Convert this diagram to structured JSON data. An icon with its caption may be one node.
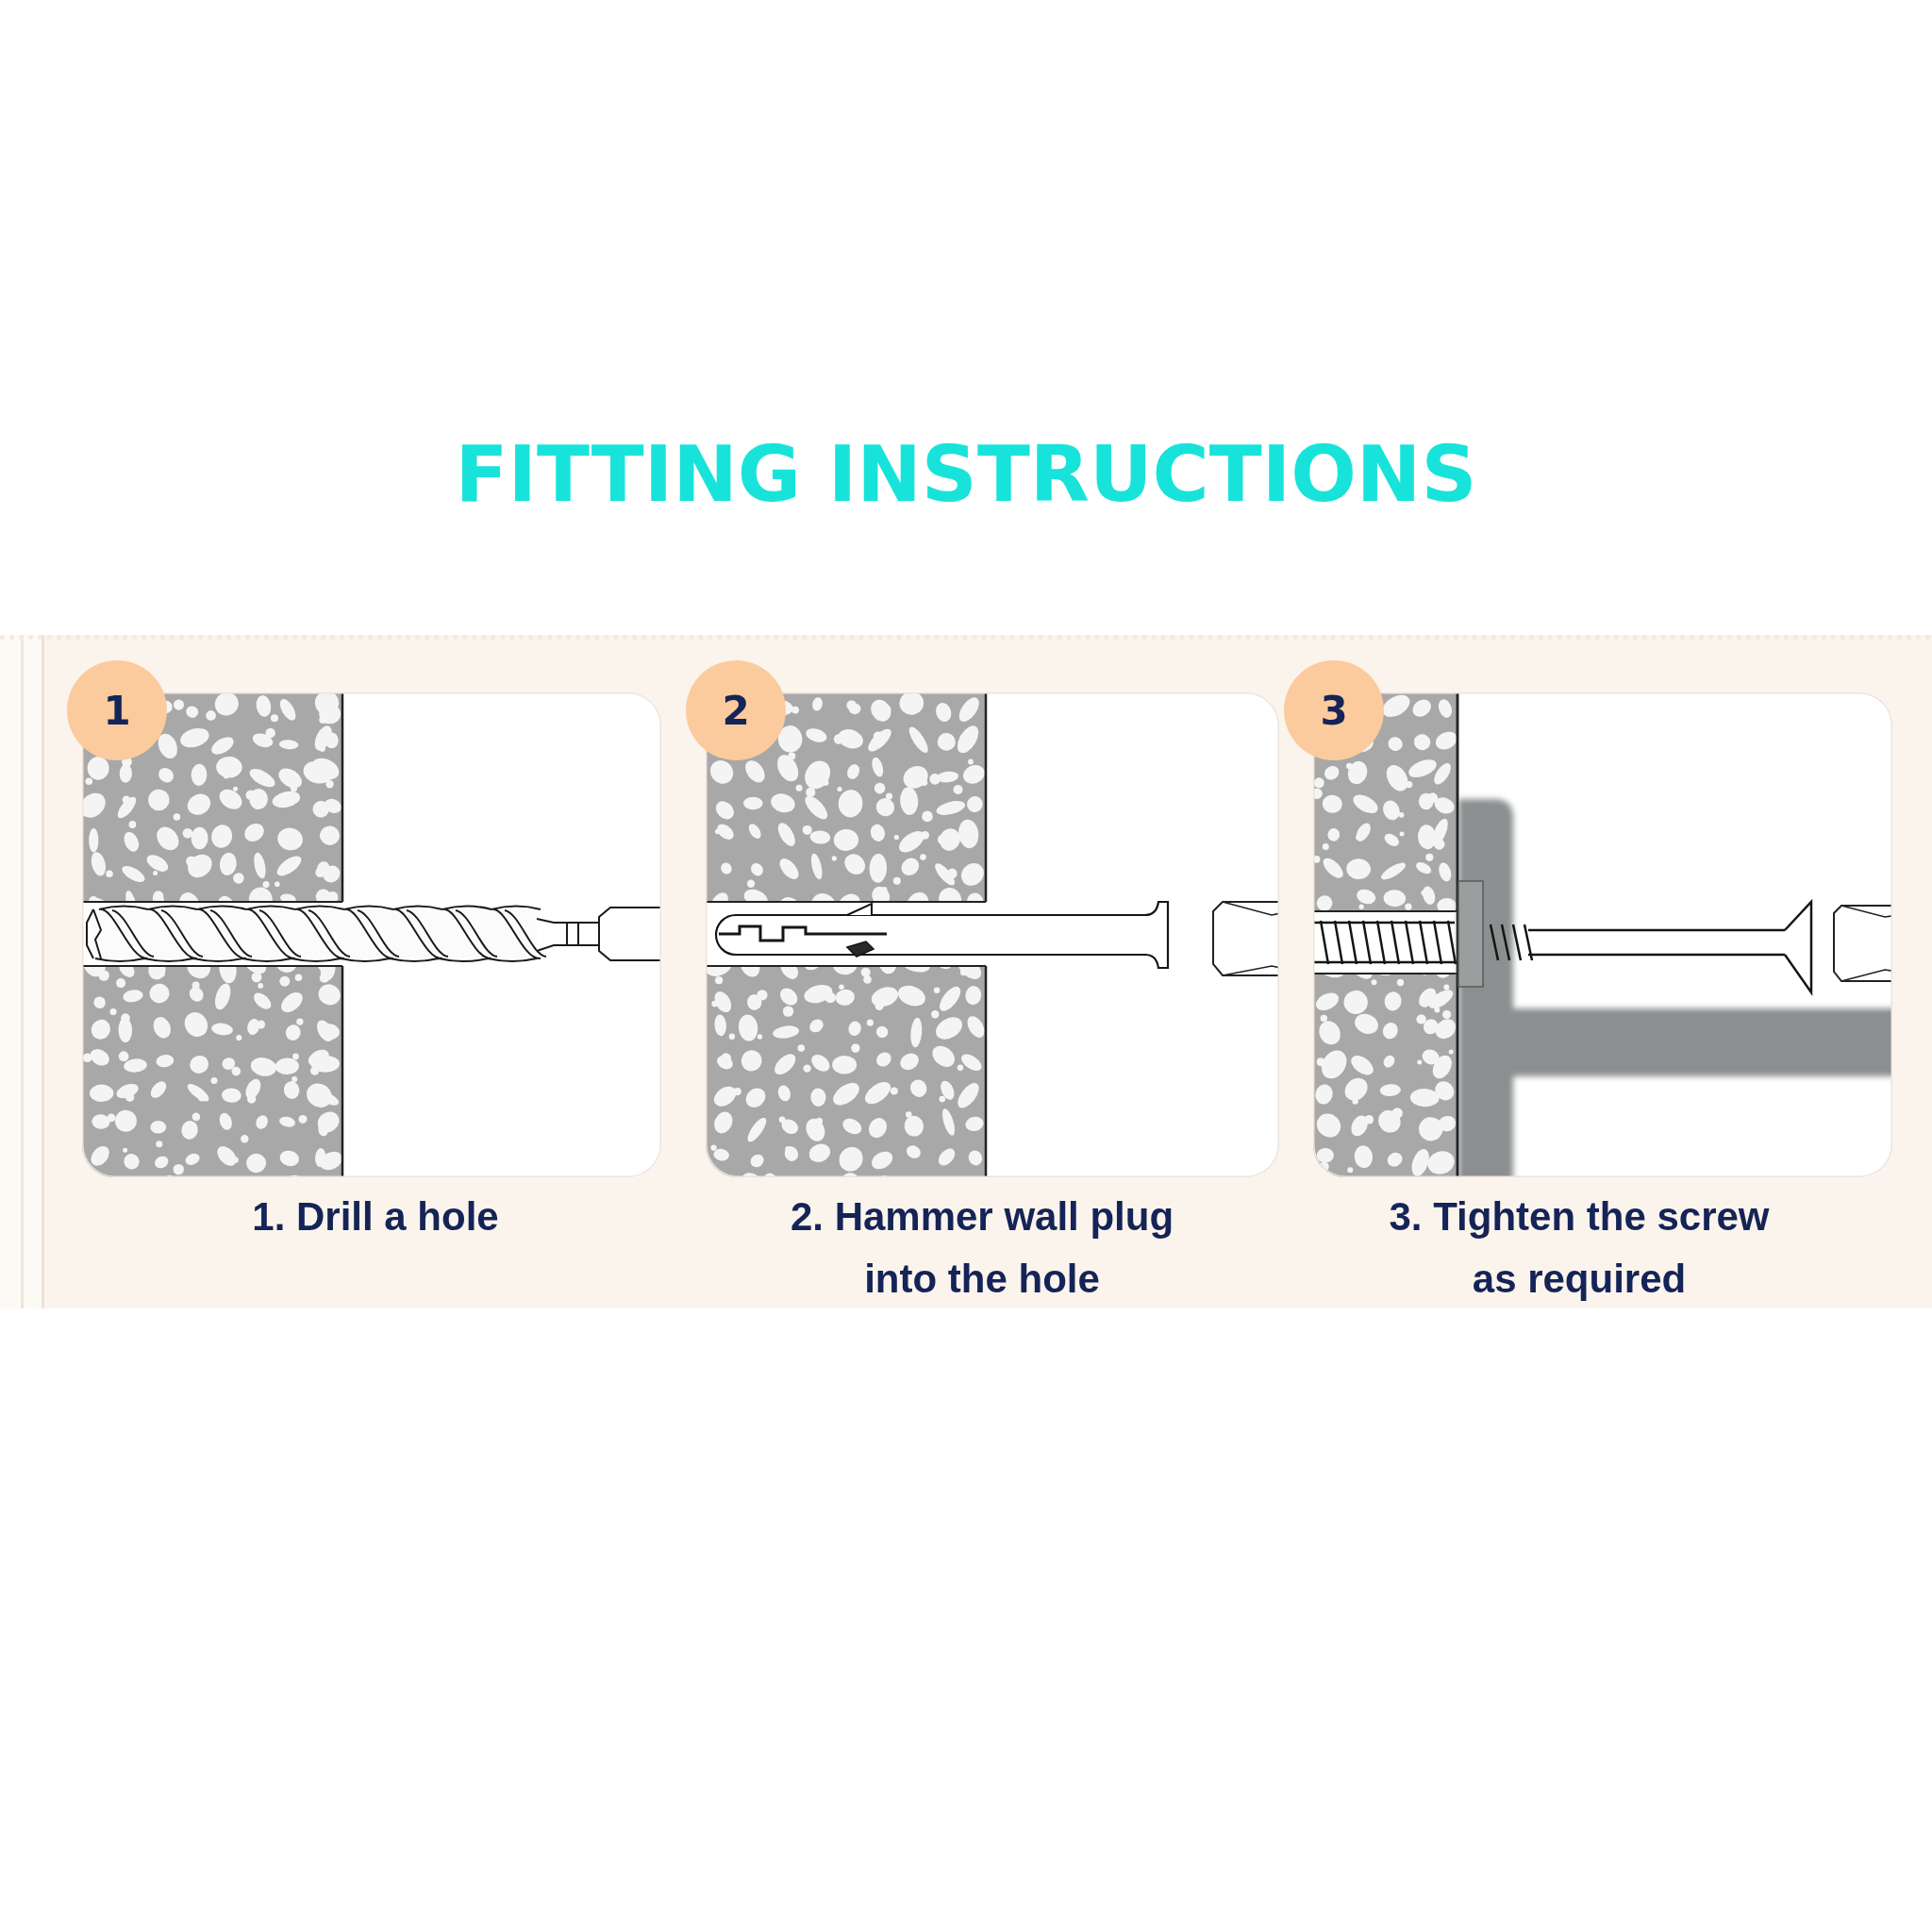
{
  "diagram": {
    "title": "FITTING INSTRUCTIONS",
    "nodes": [
      {
        "text": [
          "1"
        ]
      },
      {
        "text": [
          "2"
        ]
      },
      {
        "text": [
          "3"
        ]
      }
    ],
    "labels": [
      "1. Drill a hole",
      "2. Hammer wall plug into the hole",
      "3. Tighten the screw as required"
    ]
  }
}
